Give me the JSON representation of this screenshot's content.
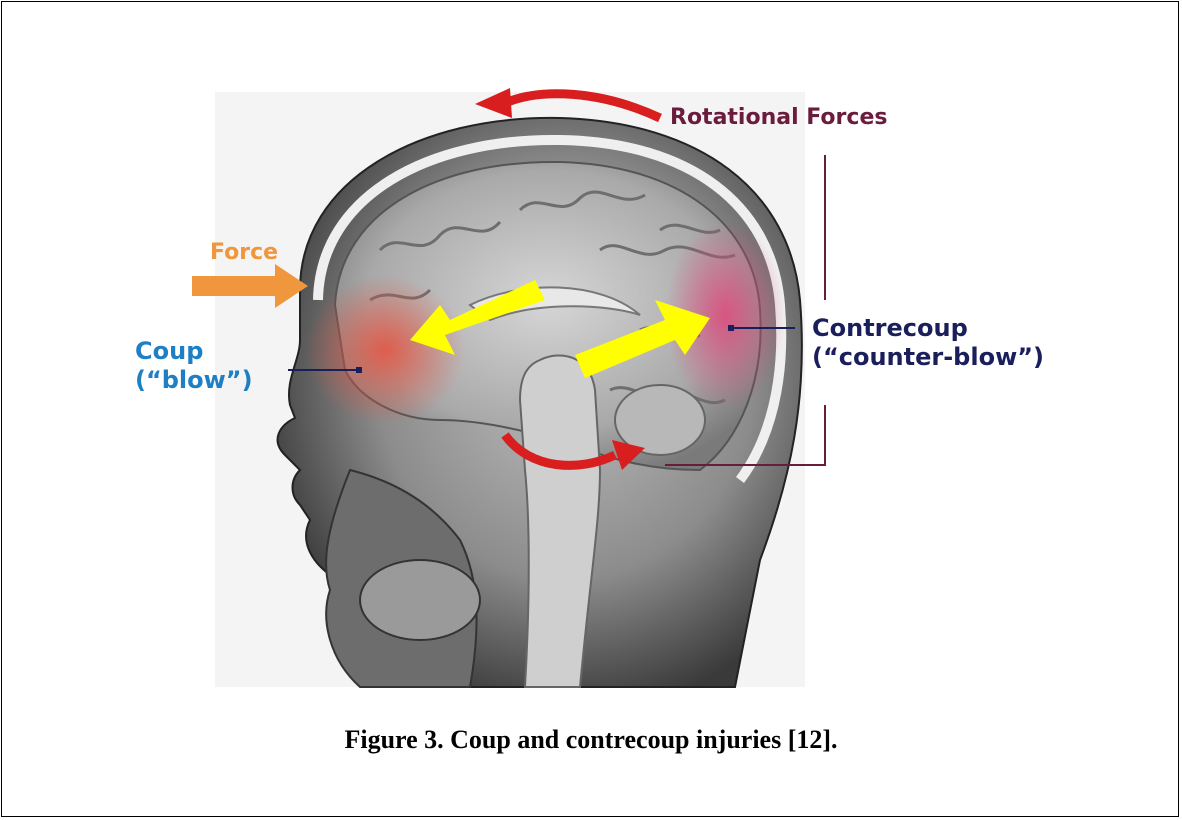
{
  "figure": {
    "caption": "Figure 3. Coup and contrecoup injuries [12].",
    "image_description_icon": "mri-head-icon"
  },
  "labels": {
    "rotational_forces": "Rotational Forces",
    "force": "Force",
    "coup_line1": "Coup",
    "coup_line2": "(“blow”)",
    "contrecoup_line1": "Contrecoup",
    "contrecoup_line2": "(“counter-blow”)"
  },
  "colors": {
    "rotational_label": "#6b1b3c",
    "force_label": "#f0963c",
    "coup_label": "#1f7fc4",
    "contrecoup_label": "#1a1f5c",
    "impact_arrow": "#f0963c",
    "motion_arrows": "#ffff00",
    "rotation_arrows": "#d81e1e",
    "coup_glow": "#e8503c",
    "contrecoup_glow": "#e0457a"
  }
}
